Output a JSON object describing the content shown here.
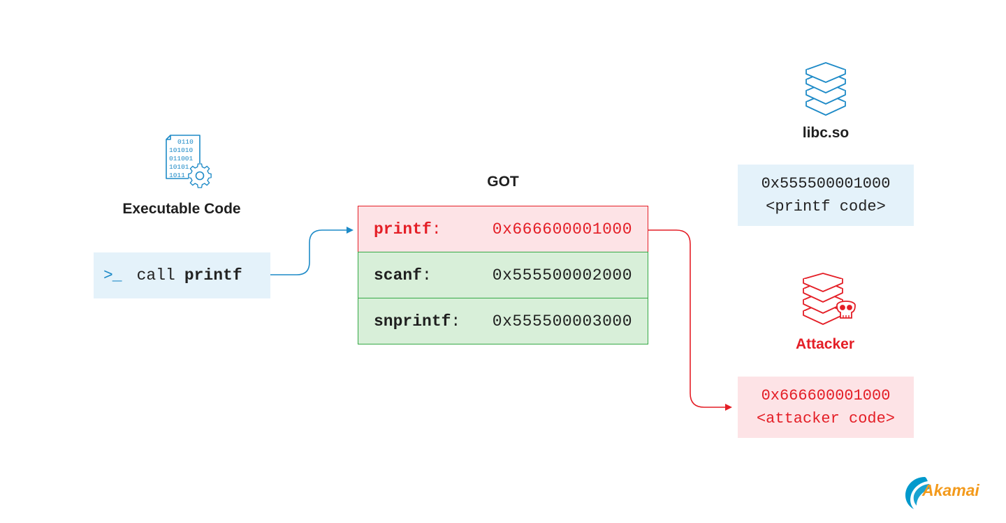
{
  "executable": {
    "title": "Executable Code",
    "icon": "binary-file-gear-icon",
    "binary_lines": [
      "0110",
      "101010",
      "011001",
      "10101",
      "1011"
    ]
  },
  "call_box": {
    "prompt": ">_",
    "keyword": "call",
    "function": "printf"
  },
  "got": {
    "title": "GOT",
    "rows": [
      {
        "name": "printf",
        "address": "0x666600001000",
        "state": "overwritten"
      },
      {
        "name": "scanf",
        "address": "0x555500002000",
        "state": "ok"
      },
      {
        "name": "snprintf",
        "address": "0x555500003000",
        "state": "ok"
      }
    ]
  },
  "libc": {
    "title": "libc.so",
    "icon": "book-stack-icon",
    "address": "0x555500001000",
    "code_label": "<printf code>"
  },
  "attacker": {
    "title": "Attacker",
    "icon": "book-stack-skull-icon",
    "address": "0x666600001000",
    "code_label": "<attacker code>"
  },
  "brand": {
    "logo": "akamai-logo",
    "name": "Akamai"
  },
  "colors": {
    "blue": "#1d8ac7",
    "red": "#e41e26",
    "green": "#35a845",
    "light_blue": "#e4f2fa",
    "light_red": "#fde3e6",
    "light_green": "#d8efd9",
    "akamai_orange": "#f39a1c",
    "akamai_blue": "#0099cc"
  }
}
